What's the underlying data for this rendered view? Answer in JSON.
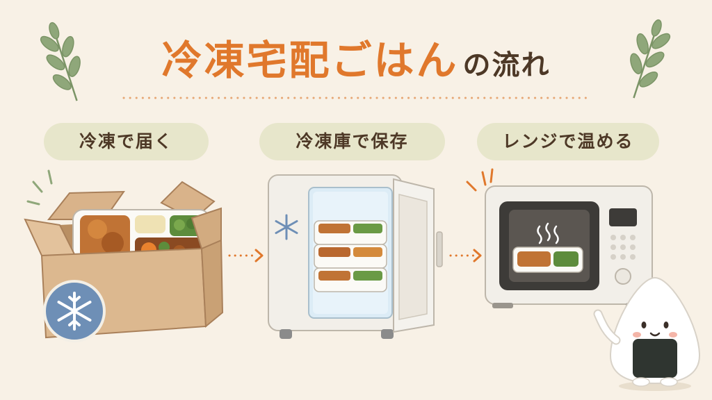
{
  "title": {
    "main": "冷凍宅配ごはん",
    "suffix": "の流れ"
  },
  "steps": [
    {
      "label": "冷凍で届く",
      "icon": "delivery-box-icon"
    },
    {
      "label": "冷凍庫で保存",
      "icon": "freezer-icon"
    },
    {
      "label": "レンジで温める",
      "icon": "microwave-icon"
    }
  ],
  "decor": {
    "leaf_icon": "leaf-sprig-icon",
    "snowflake_icon": "snowflake-icon",
    "mascot_icon": "onigiri-mascot-icon",
    "arrow_icon": "dotted-arrow-icon"
  },
  "colors": {
    "accent": "#e0782c",
    "text": "#4d3826",
    "pill": "#e7e6cb",
    "background": "#f8f1e6",
    "snow_badge": "#6e8fb6"
  }
}
